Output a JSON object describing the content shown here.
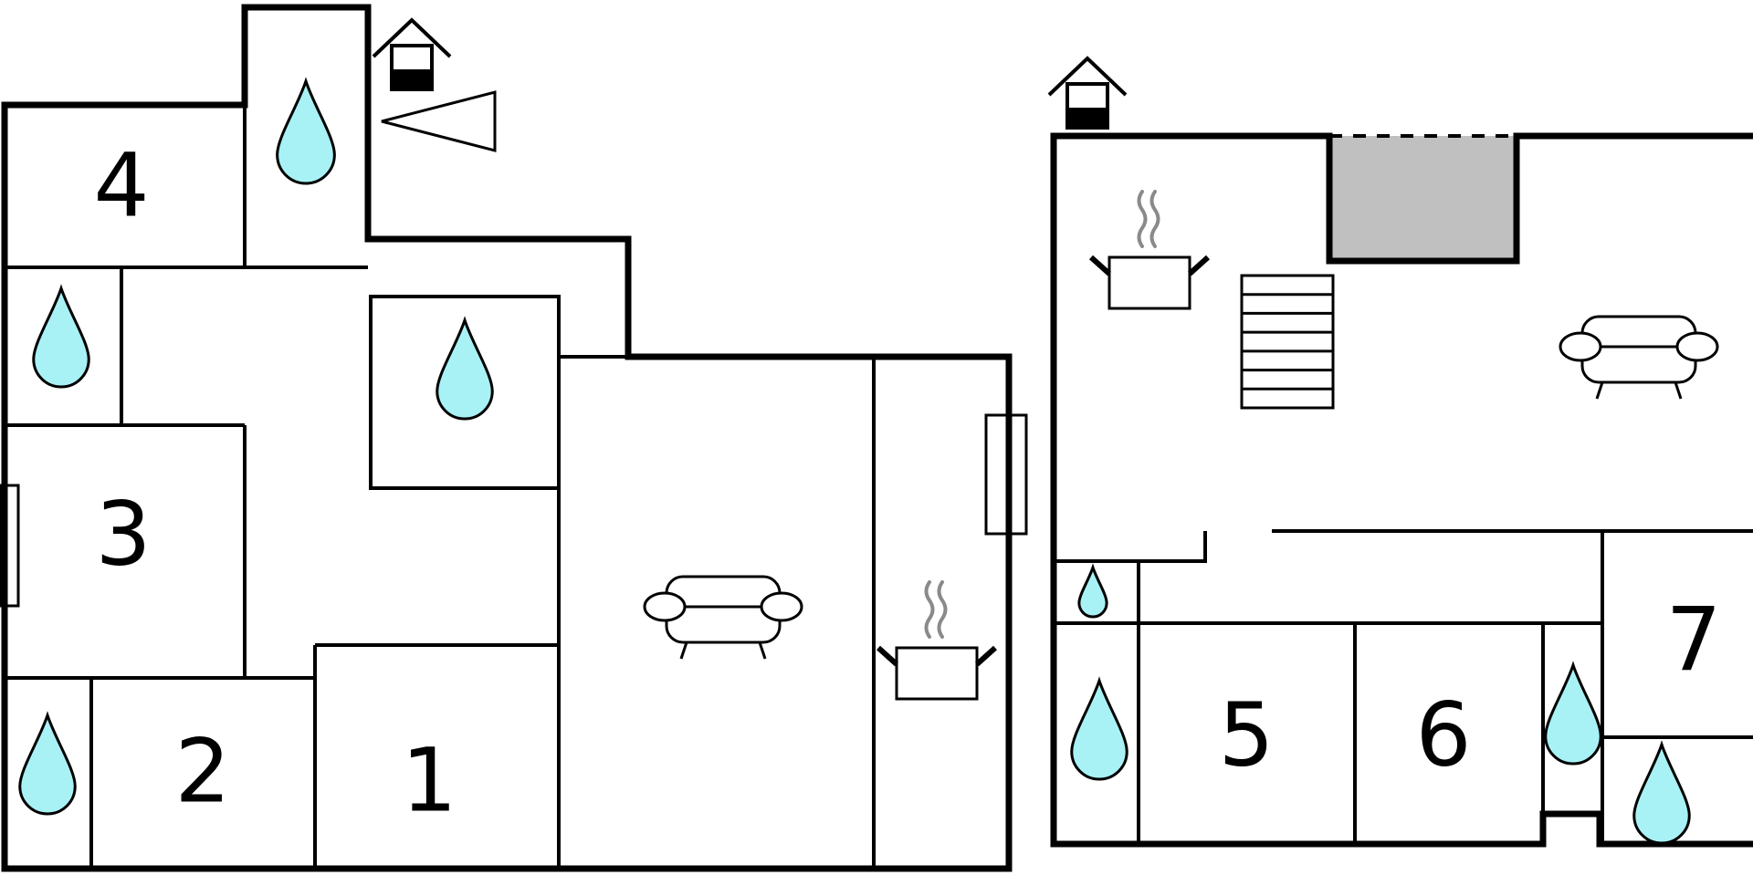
{
  "colors": {
    "wall": "#000000",
    "background": "#ffffff",
    "water_drop": "#a8f2f6",
    "stair_void": "#c0c0c0",
    "steam": "#8a8a8a"
  },
  "rooms": [
    {
      "id": "room-1",
      "label": "1"
    },
    {
      "id": "room-2",
      "label": "2"
    },
    {
      "id": "room-3",
      "label": "3"
    },
    {
      "id": "room-4",
      "label": "4"
    },
    {
      "id": "room-5",
      "label": "5"
    },
    {
      "id": "room-6",
      "label": "6"
    },
    {
      "id": "room-7",
      "label": "7"
    }
  ],
  "icons": {
    "bathroom": "water-drop-icon",
    "kitchen": "cooking-pot-icon",
    "living": "sofa-icon",
    "entrance": "house-entrance-icon",
    "terrace": "terrace-triangle-icon",
    "stairs": "staircase-icon"
  }
}
